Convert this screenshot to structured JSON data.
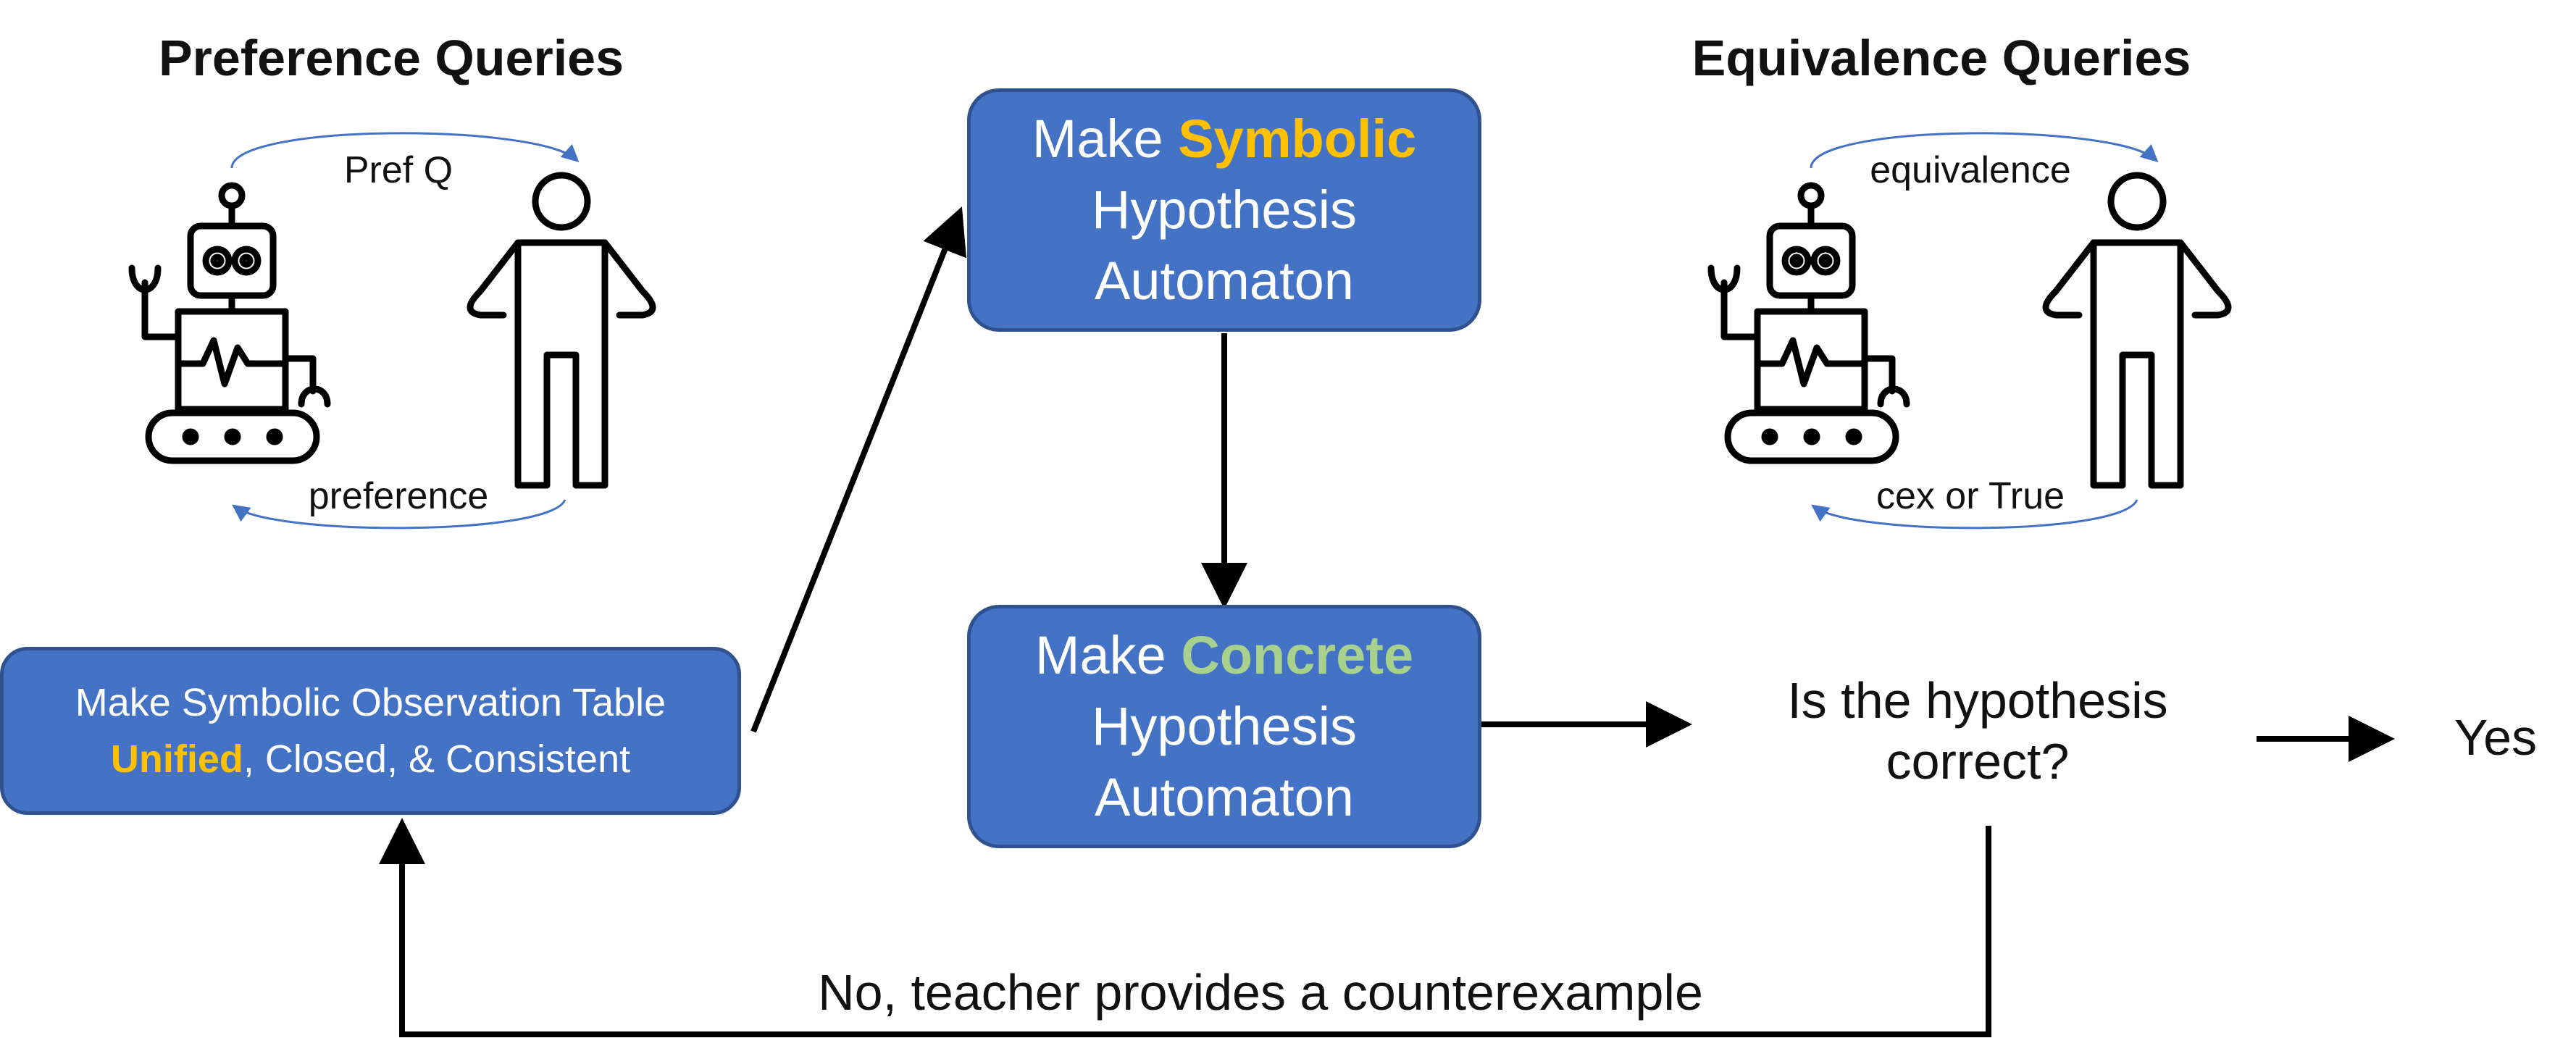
{
  "preference": {
    "heading": "Preference Queries",
    "label_top": "Pref Q",
    "label_bottom": "preference"
  },
  "equivalence": {
    "heading": "Equivalence Queries",
    "label_top": "equivalence",
    "label_bottom": "cex or True"
  },
  "symbolic_box": {
    "line1_prefix": "Make ",
    "line1_highlight": "Symbolic",
    "line2": "Hypothesis",
    "line3": "Automaton"
  },
  "concrete_box": {
    "line1_prefix": "Make ",
    "line1_highlight": "Concrete",
    "line2": "Hypothesis",
    "line3": "Automaton"
  },
  "table_box": {
    "line1": "Make Symbolic Observation Table",
    "line2_highlight": "Unified",
    "line2_rest": ", Closed, & Consistent"
  },
  "question": {
    "line1": "Is the hypothesis",
    "line2": "correct?"
  },
  "yes_label": "Yes",
  "feedback_label": "No, teacher provides a counterexample",
  "colors": {
    "box_fill": "#4472C4",
    "box_border": "#2F528F",
    "highlight_orange": "#FFC000",
    "highlight_green": "#A9D18E",
    "curve_arrow": "#4472C4"
  },
  "icons": [
    "robot-icon",
    "person-icon"
  ]
}
